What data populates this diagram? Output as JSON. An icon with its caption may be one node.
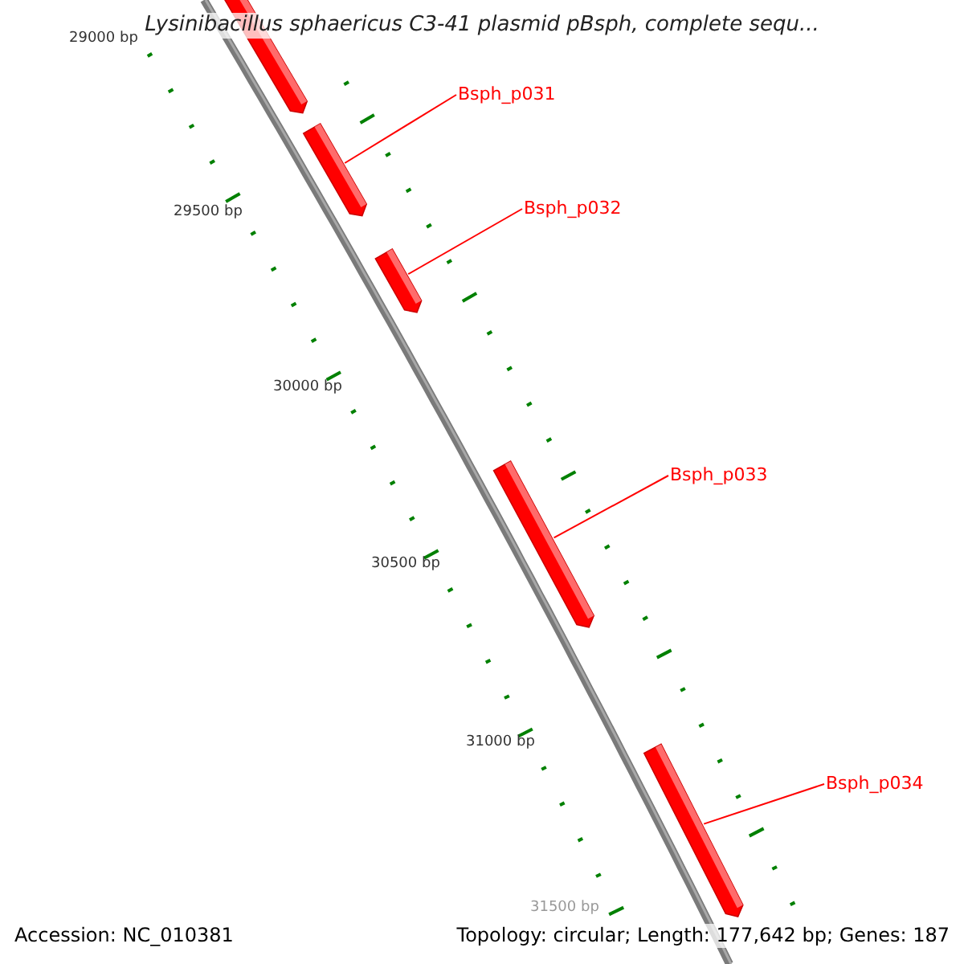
{
  "diagram": {
    "title": "Lysinibacillus sphaericus C3-41 plasmid pBsph, complete sequ...",
    "nodes": [
      {
        "text": [],
        "shape": "bar"
      },
      {
        "text": [
          "Bsph_p031"
        ]
      },
      {
        "text": [],
        "shape": "bar"
      },
      {
        "text": [
          "Bsph_p032"
        ]
      },
      {
        "text": [],
        "shape": "bar"
      },
      {
        "text": [
          "Bsph_p033"
        ]
      },
      {
        "text": [],
        "shape": "bar"
      },
      {
        "text": [
          "Bsph_p034"
        ]
      },
      {
        "text": [],
        "shape": "bar"
      }
    ],
    "edges": [
      {
        "from": 1,
        "to": 2,
        "arrow": "none"
      },
      {
        "from": 3,
        "to": 4,
        "arrow": "none"
      },
      {
        "from": 5,
        "to": 6,
        "arrow": "none"
      },
      {
        "from": 7,
        "to": 8,
        "arrow": "none"
      }
    ],
    "labels": [
      "29000 bp",
      "29500 bp",
      "30000 bp",
      "30500 bp",
      "31000 bp",
      "31500 bp",
      "Accession: NC_010381",
      "Topology: circular; Length: 177,642 bp; Genes: 187"
    ]
  }
}
